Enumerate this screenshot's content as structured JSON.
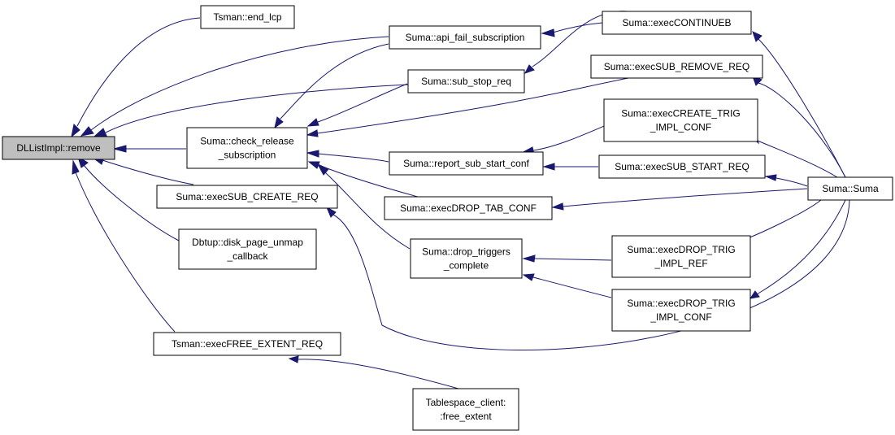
{
  "colors": {
    "edge": "#191970",
    "root_fill": "#bfbfbf",
    "node_fill": "#ffffff",
    "node_stroke": "#000000"
  },
  "nodes": {
    "root": [
      "DLListImpl::remove"
    ],
    "end_lcp": [
      "Tsman::end_lcp"
    ],
    "api_fail": [
      "Suma::api_fail_subscription"
    ],
    "cont": [
      "Suma::execCONTINUEB"
    ],
    "stop_req": [
      "Suma::sub_stop_req"
    ],
    "sub_remove": [
      "Suma::execSUB_REMOVE_REQ"
    ],
    "check_release": [
      "Suma::check_release",
      "_subscription"
    ],
    "create_trig": [
      "Suma::execCREATE_TRIG",
      "_IMPL_CONF"
    ],
    "report": [
      "Suma::report_sub_start_conf"
    ],
    "sub_start": [
      "Suma::execSUB_START_REQ"
    ],
    "suma": [
      "Suma::Suma"
    ],
    "sub_create": [
      "Suma::execSUB_CREATE_REQ"
    ],
    "drop_tab": [
      "Suma::execDROP_TAB_CONF"
    ],
    "dbtup": [
      "Dbtup::disk_page_unmap",
      "_callback"
    ],
    "drop_trig_complete": [
      "Suma::drop_triggers",
      "_complete"
    ],
    "drop_trig_ref": [
      "Suma::execDROP_TRIG",
      "_IMPL_REF"
    ],
    "drop_trig_conf": [
      "Suma::execDROP_TRIG",
      "_IMPL_CONF"
    ],
    "free_extent": [
      "Tsman::execFREE_EXTENT_REQ"
    ],
    "ts_client": [
      "Tablespace_client:",
      ":free_extent"
    ]
  }
}
